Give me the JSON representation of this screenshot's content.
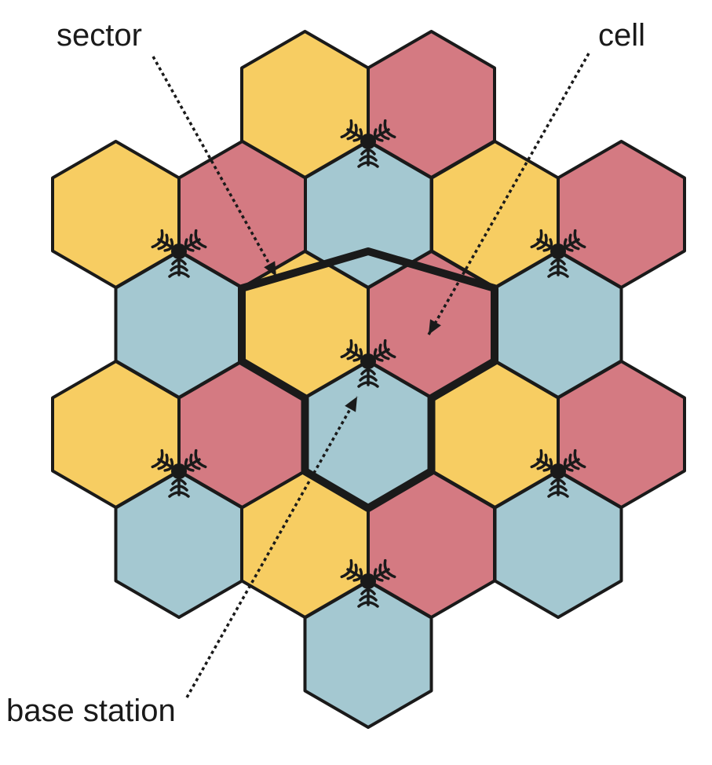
{
  "labels": {
    "sector": "sector",
    "cell": "cell",
    "base_station": "base station"
  },
  "colors": {
    "yellow_sector": "#f7cd62",
    "red_sector": "#d47a82",
    "blue_sector": "#a4c8d1",
    "outline": "#1a1a1a"
  },
  "structure": {
    "base_station_count": 7,
    "sectors_per_cell": 3,
    "cell_shape": "hexagon",
    "sector_shape": "hexagon"
  }
}
